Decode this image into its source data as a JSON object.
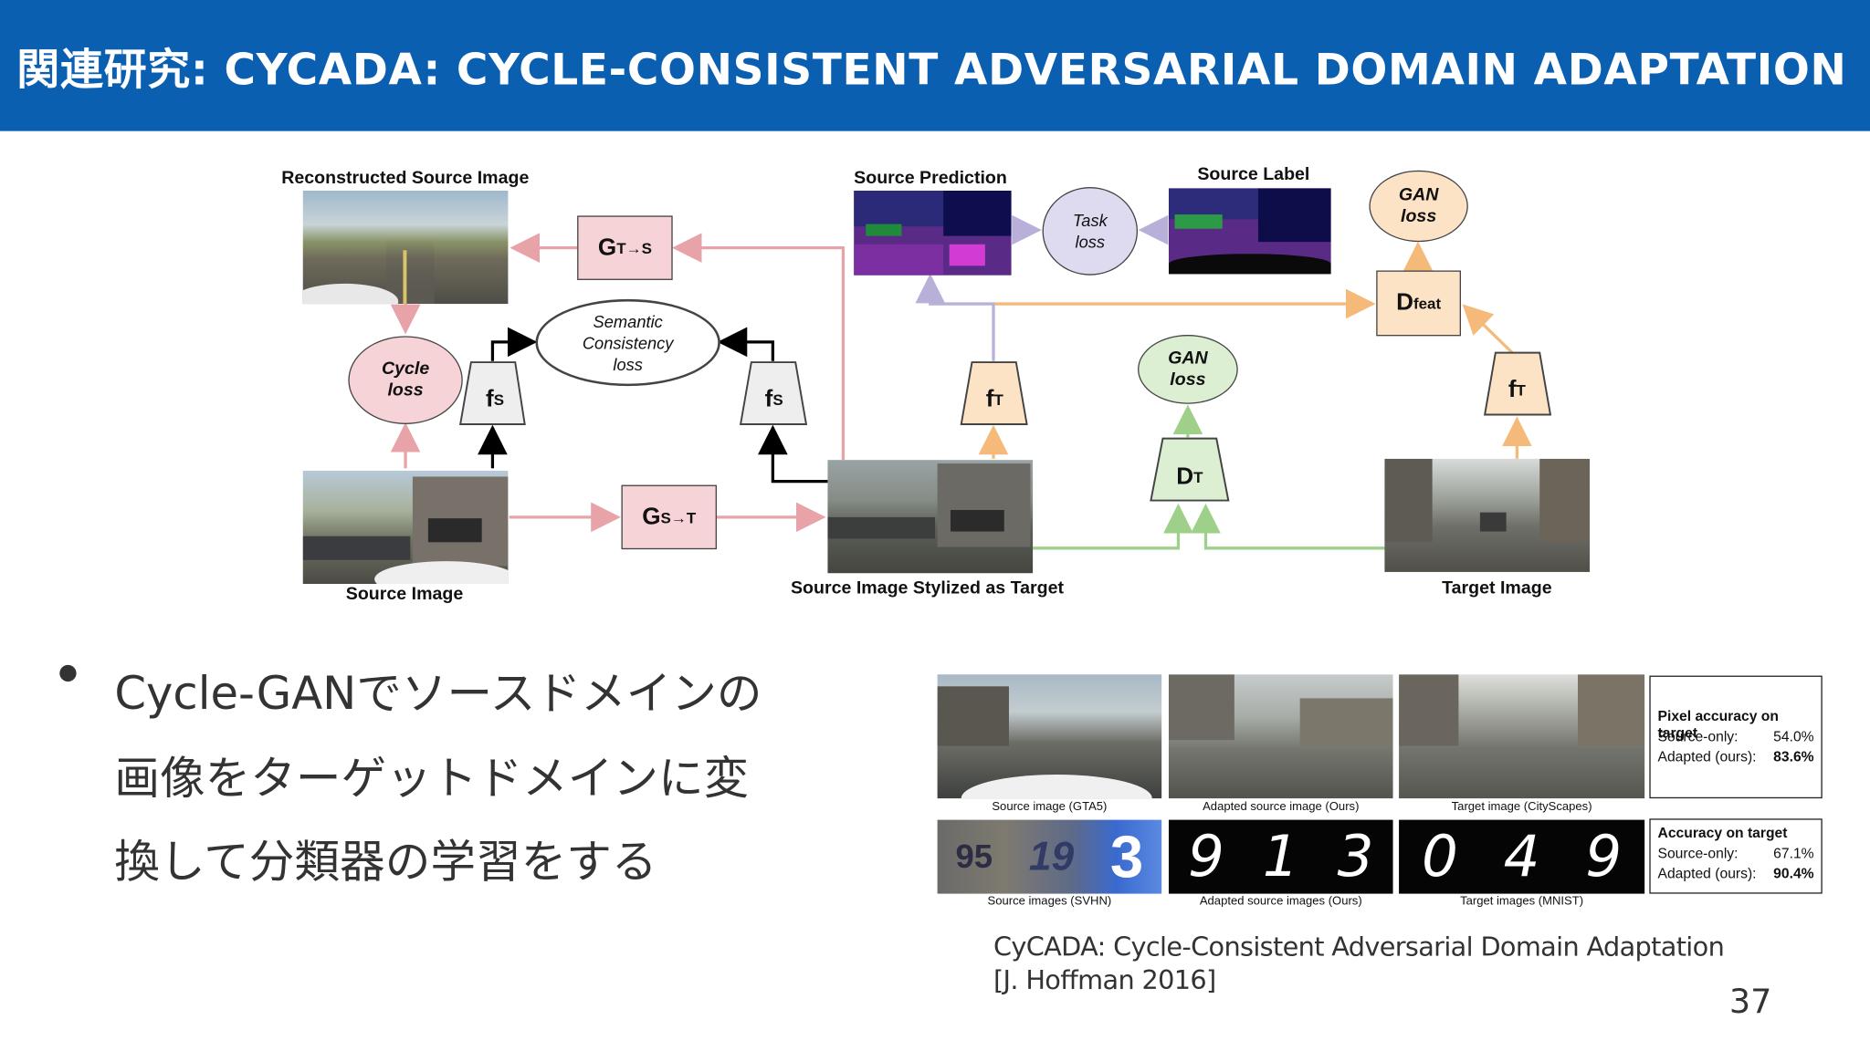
{
  "title": "関連研究: CYCADA: CYCLE-CONSISTENT ADVERSARIAL DOMAIN ADAPTATION",
  "diagram": {
    "captions": {
      "reconstructed": "Reconstructed Source Image",
      "source_prediction": "Source Prediction",
      "source_label": "Source Label",
      "source_image": "Source Image",
      "stylized": "Source Image Stylized as Target",
      "target_image": "Target Image"
    },
    "boxes": {
      "g_ts": "G",
      "g_ts_sub": "T→S",
      "g_st": "G",
      "g_st_sub": "S→T",
      "fs": "f",
      "fs_sub": "S",
      "ft": "f",
      "ft_sub": "T",
      "d_t": "D",
      "d_t_sub": "T",
      "d_feat": "D",
      "d_feat_sub": "feat"
    },
    "ovals": {
      "cycle_loss": [
        "Cycle",
        "loss"
      ],
      "semantic_loss": [
        "Semantic",
        "Consistency",
        "loss"
      ],
      "task_loss": [
        "Task",
        "loss"
      ],
      "gan_loss_pixel": [
        "GAN",
        "loss"
      ],
      "gan_loss_feat": [
        "GAN",
        "loss"
      ]
    },
    "colors": {
      "pink_arrow": "#e8a3a8",
      "orange_arrow": "#f5b97a",
      "green_arrow": "#9fd08a",
      "lavender_arrow": "#b9b0da",
      "pink_fill": "#f6d3d6",
      "orange_fill": "#fde3c6",
      "green_fill": "#dcefd2",
      "lavender_fill": "#dedbf0",
      "gray_fill": "#eeeeee"
    }
  },
  "bullet": {
    "lines": [
      "Cycle-GANでソースドメインの",
      "画像をターゲットドメインに変",
      "換して分類器の学習をする"
    ]
  },
  "results": {
    "row1_captions": [
      "Source image (GTA5)",
      "Adapted source image (Ours)",
      "Target image (CityScapes)"
    ],
    "row2_captions": [
      "Source images (SVHN)",
      "Adapted source images (Ours)",
      "Target images (MNIST)"
    ],
    "digits_adapted": [
      "9",
      "1",
      "3"
    ],
    "digits_target": [
      "0",
      "4",
      "9"
    ],
    "digits_source": [
      "95",
      "19",
      "3"
    ],
    "table1": {
      "title": "Pixel accuracy on target",
      "rows": [
        {
          "label": "Source-only:",
          "value": "54.0%"
        },
        {
          "label": "Adapted (ours):",
          "value": "83.6%"
        }
      ]
    },
    "table2": {
      "title": "Accuracy on target",
      "rows": [
        {
          "label": "Source-only:",
          "value": "67.1%"
        },
        {
          "label": "Adapted (ours):",
          "value": "90.4%"
        }
      ]
    }
  },
  "reference": {
    "line1": "CyCADA: Cycle-Consistent Adversarial Domain Adaptation",
    "line2": "[J. Hoffman 2016]"
  },
  "page_number": "37"
}
